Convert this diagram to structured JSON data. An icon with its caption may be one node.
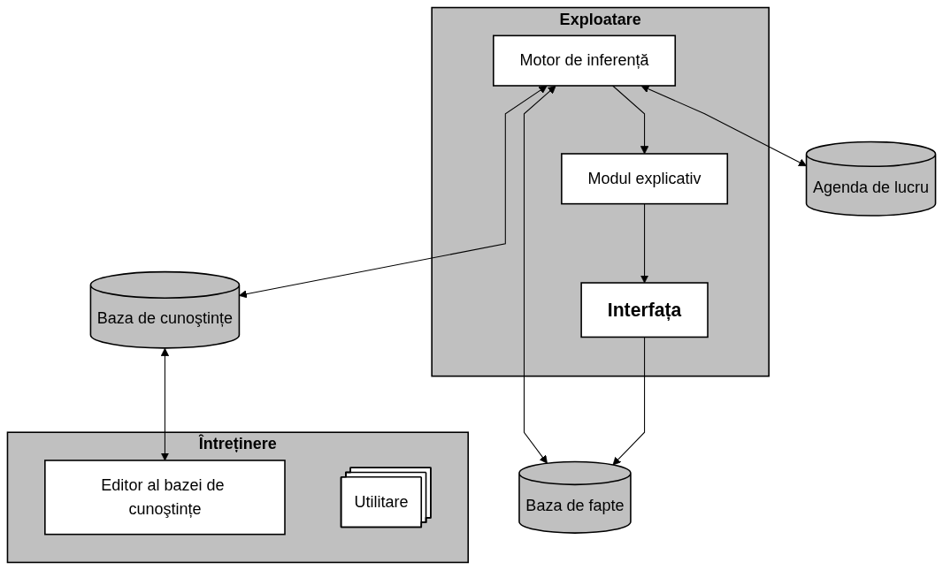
{
  "diagram": {
    "nodes": [
      {
        "text": [
          "Exploatare"
        ]
      },
      {
        "text": [
          "Motor de inferență"
        ],
        "in": 0
      },
      {
        "text": [
          "Modul explicativ"
        ],
        "in": 0
      },
      {
        "text": [
          "Interfața"
        ],
        "in": 0
      },
      {
        "text": [
          "Agenda de lucru"
        ]
      },
      {
        "text": [
          "Baza de cunoştințe"
        ]
      },
      {
        "text": [
          "Baza de fapte"
        ]
      },
      {
        "text": [
          "Întreținere"
        ]
      },
      {
        "text": [
          "Editor al bazei de cunoştințe"
        ],
        "in": 7
      },
      {
        "text": [
          "Utilitare"
        ],
        "in": 7
      }
    ],
    "edges": [
      {
        "from": 1,
        "to": 4,
        "arrow": "both"
      },
      {
        "from": 1,
        "to": 5,
        "arrow": "both"
      },
      {
        "from": 1,
        "to": 6,
        "arrow": "both"
      },
      {
        "from": 1,
        "to": 2,
        "arrow": "to"
      },
      {
        "from": 2,
        "to": 3,
        "arrow": "to"
      },
      {
        "from": 3,
        "to": 6,
        "arrow": "to"
      },
      {
        "from": 5,
        "to": 8,
        "arrow": "both"
      }
    ]
  }
}
